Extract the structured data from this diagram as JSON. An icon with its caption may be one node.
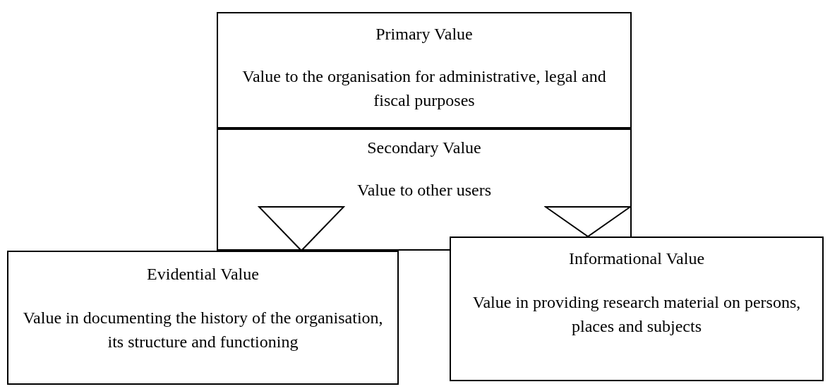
{
  "diagram": {
    "nodes": [
      {
        "text": [
          "Primary Value",
          "Value to the organisation for administrative, legal and fiscal purposes"
        ]
      },
      {
        "text": [
          "Secondary Value",
          "Value to other users"
        ]
      },
      {
        "text": [
          "Evidential Value",
          "Value in documenting the history of the organisation, its structure and functioning"
        ]
      },
      {
        "text": [
          "Informational Value",
          "Value in providing research material on persons, places and subjects"
        ]
      }
    ],
    "edges": [
      {
        "from": 1,
        "to": 2,
        "arrow": "to"
      },
      {
        "from": 1,
        "to": 3,
        "arrow": "to"
      }
    ]
  }
}
